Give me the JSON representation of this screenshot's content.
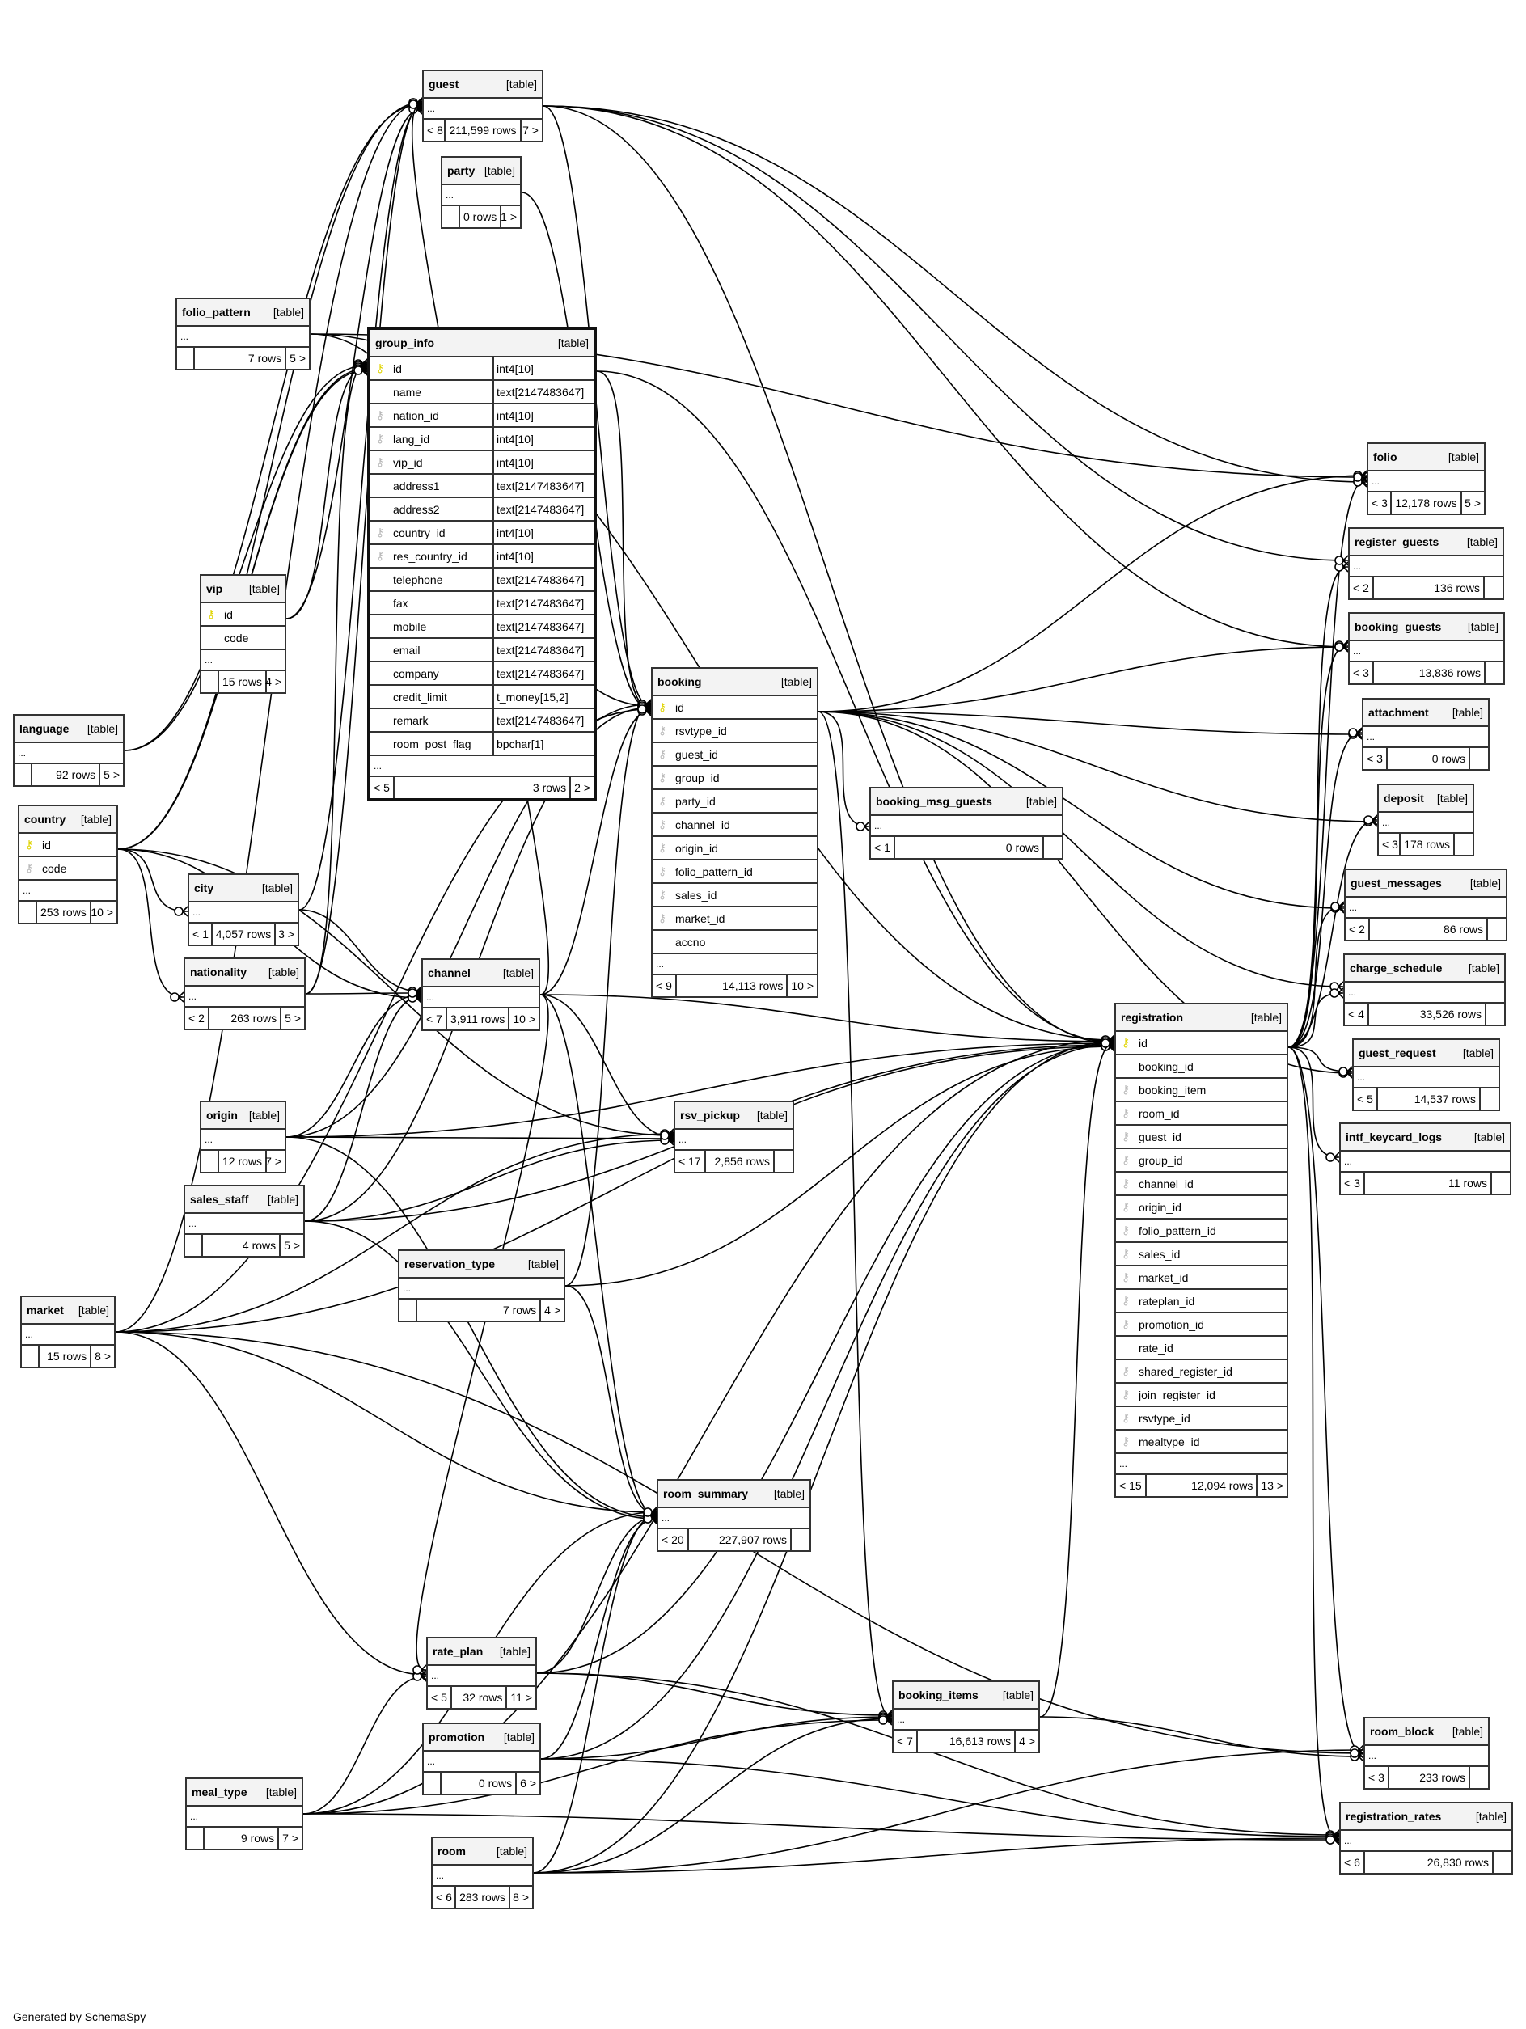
{
  "footer": "Generated by SchemaSpy",
  "type_label": "[table]",
  "icons": {
    "primary_key": "key-icon-yellow",
    "foreign_key": "key-icon-gray"
  },
  "colors": {
    "primary_key": "#e0d400",
    "foreign_key": "#b8b8b8",
    "header_bg": "#f3f3f3",
    "border": "#333333"
  },
  "tables": [
    {
      "id": "guest",
      "name": "guest",
      "parents": "< 8",
      "rows": "211,599 rows",
      "children": "7 >",
      "columns": []
    },
    {
      "id": "party",
      "name": "party",
      "parents": "",
      "rows": "0 rows",
      "children": "1 >",
      "columns": []
    },
    {
      "id": "folio_pattern",
      "name": "folio_pattern",
      "parents": "",
      "rows": "7 rows",
      "children": "5 >",
      "columns": []
    },
    {
      "id": "group_info",
      "name": "group_info",
      "parents": "< 5",
      "rows": "3 rows",
      "children": "2 >",
      "focus": true,
      "columns": [
        {
          "name": "id",
          "type": "int4[10]",
          "key": "pk"
        },
        {
          "name": "name",
          "type": "text[2147483647]",
          "key": ""
        },
        {
          "name": "nation_id",
          "type": "int4[10]",
          "key": "fk"
        },
        {
          "name": "lang_id",
          "type": "int4[10]",
          "key": "fk"
        },
        {
          "name": "vip_id",
          "type": "int4[10]",
          "key": "fk"
        },
        {
          "name": "address1",
          "type": "text[2147483647]",
          "key": ""
        },
        {
          "name": "address2",
          "type": "text[2147483647]",
          "key": ""
        },
        {
          "name": "country_id",
          "type": "int4[10]",
          "key": "fk"
        },
        {
          "name": "res_country_id",
          "type": "int4[10]",
          "key": "fk"
        },
        {
          "name": "telephone",
          "type": "text[2147483647]",
          "key": ""
        },
        {
          "name": "fax",
          "type": "text[2147483647]",
          "key": ""
        },
        {
          "name": "mobile",
          "type": "text[2147483647]",
          "key": ""
        },
        {
          "name": "email",
          "type": "text[2147483647]",
          "key": ""
        },
        {
          "name": "company",
          "type": "text[2147483647]",
          "key": ""
        },
        {
          "name": "credit_limit",
          "type": "t_money[15,2]",
          "key": ""
        },
        {
          "name": "remark",
          "type": "text[2147483647]",
          "key": ""
        },
        {
          "name": "room_post_flag",
          "type": "bpchar[1]",
          "key": ""
        }
      ]
    },
    {
      "id": "vip",
      "name": "vip",
      "parents": "",
      "rows": "15 rows",
      "children": "4 >",
      "columns": [
        {
          "name": "id",
          "key": "pk"
        },
        {
          "name": "code",
          "key": ""
        }
      ]
    },
    {
      "id": "language",
      "name": "language",
      "parents": "",
      "rows": "92 rows",
      "children": "5 >",
      "columns": []
    },
    {
      "id": "country",
      "name": "country",
      "parents": "",
      "rows": "253 rows",
      "children": "10 >",
      "columns": [
        {
          "name": "id",
          "key": "pk"
        },
        {
          "name": "code",
          "key": "fk"
        }
      ]
    },
    {
      "id": "city",
      "name": "city",
      "parents": "< 1",
      "rows": "4,057 rows",
      "children": "3 >",
      "columns": []
    },
    {
      "id": "nationality",
      "name": "nationality",
      "parents": "< 2",
      "rows": "263 rows",
      "children": "5 >",
      "columns": []
    },
    {
      "id": "channel",
      "name": "channel",
      "parents": "< 7",
      "rows": "3,911 rows",
      "children": "10 >",
      "columns": []
    },
    {
      "id": "origin",
      "name": "origin",
      "parents": "",
      "rows": "12 rows",
      "children": "7 >",
      "columns": []
    },
    {
      "id": "sales_staff",
      "name": "sales_staff",
      "parents": "",
      "rows": "4 rows",
      "children": "5 >",
      "columns": []
    },
    {
      "id": "reservation_type",
      "name": "reservation_type",
      "parents": "",
      "rows": "7 rows",
      "children": "4 >",
      "columns": []
    },
    {
      "id": "market",
      "name": "market",
      "parents": "",
      "rows": "15 rows",
      "children": "8 >",
      "columns": []
    },
    {
      "id": "booking",
      "name": "booking",
      "parents": "< 9",
      "rows": "14,113 rows",
      "children": "10 >",
      "columns": [
        {
          "name": "id",
          "key": "pk"
        },
        {
          "name": "rsvtype_id",
          "key": "fk"
        },
        {
          "name": "guest_id",
          "key": "fk"
        },
        {
          "name": "group_id",
          "key": "fk"
        },
        {
          "name": "party_id",
          "key": "fk"
        },
        {
          "name": "channel_id",
          "key": "fk"
        },
        {
          "name": "origin_id",
          "key": "fk"
        },
        {
          "name": "folio_pattern_id",
          "key": "fk"
        },
        {
          "name": "sales_id",
          "key": "fk"
        },
        {
          "name": "market_id",
          "key": "fk"
        },
        {
          "name": "accno",
          "key": ""
        }
      ]
    },
    {
      "id": "booking_msg_guests",
      "name": "booking_msg_guests",
      "parents": "< 1",
      "rows": "0 rows",
      "children": "",
      "columns": []
    },
    {
      "id": "rsv_pickup",
      "name": "rsv_pickup",
      "parents": "< 17",
      "rows": "2,856 rows",
      "children": "",
      "columns": []
    },
    {
      "id": "room_summary",
      "name": "room_summary",
      "parents": "< 20",
      "rows": "227,907 rows",
      "children": "",
      "columns": []
    },
    {
      "id": "rate_plan",
      "name": "rate_plan",
      "parents": "< 5",
      "rows": "32 rows",
      "children": "11 >",
      "columns": []
    },
    {
      "id": "promotion",
      "name": "promotion",
      "parents": "",
      "rows": "0 rows",
      "children": "6 >",
      "columns": []
    },
    {
      "id": "meal_type",
      "name": "meal_type",
      "parents": "",
      "rows": "9 rows",
      "children": "7 >",
      "columns": []
    },
    {
      "id": "room",
      "name": "room",
      "parents": "< 6",
      "rows": "283 rows",
      "children": "8 >",
      "columns": []
    },
    {
      "id": "booking_items",
      "name": "booking_items",
      "parents": "< 7",
      "rows": "16,613 rows",
      "children": "4 >",
      "columns": []
    },
    {
      "id": "registration",
      "name": "registration",
      "parents": "< 15",
      "rows": "12,094 rows",
      "children": "13 >",
      "columns": [
        {
          "name": "id",
          "key": "pk"
        },
        {
          "name": "booking_id",
          "key": ""
        },
        {
          "name": "booking_item",
          "key": "fk"
        },
        {
          "name": "room_id",
          "key": "fk"
        },
        {
          "name": "guest_id",
          "key": "fk"
        },
        {
          "name": "group_id",
          "key": "fk"
        },
        {
          "name": "channel_id",
          "key": "fk"
        },
        {
          "name": "origin_id",
          "key": "fk"
        },
        {
          "name": "folio_pattern_id",
          "key": "fk"
        },
        {
          "name": "sales_id",
          "key": "fk"
        },
        {
          "name": "market_id",
          "key": "fk"
        },
        {
          "name": "rateplan_id",
          "key": "fk"
        },
        {
          "name": "promotion_id",
          "key": "fk"
        },
        {
          "name": "rate_id",
          "key": ""
        },
        {
          "name": "shared_register_id",
          "key": "fk"
        },
        {
          "name": "join_register_id",
          "key": "fk"
        },
        {
          "name": "rsvtype_id",
          "key": "fk"
        },
        {
          "name": "mealtype_id",
          "key": "fk"
        }
      ]
    },
    {
      "id": "folio",
      "name": "folio",
      "parents": "< 3",
      "rows": "12,178 rows",
      "children": "5 >",
      "columns": []
    },
    {
      "id": "register_guests",
      "name": "register_guests",
      "parents": "< 2",
      "rows": "136 rows",
      "children": "",
      "columns": []
    },
    {
      "id": "booking_guests",
      "name": "booking_guests",
      "parents": "< 3",
      "rows": "13,836 rows",
      "children": "",
      "columns": []
    },
    {
      "id": "attachment",
      "name": "attachment",
      "parents": "< 3",
      "rows": "0 rows",
      "children": "",
      "columns": []
    },
    {
      "id": "deposit",
      "name": "deposit",
      "parents": "< 3",
      "rows": "178 rows",
      "children": "",
      "columns": []
    },
    {
      "id": "guest_messages",
      "name": "guest_messages",
      "parents": "< 2",
      "rows": "86 rows",
      "children": "",
      "columns": []
    },
    {
      "id": "charge_schedule",
      "name": "charge_schedule",
      "parents": "< 4",
      "rows": "33,526 rows",
      "children": "",
      "columns": []
    },
    {
      "id": "guest_request",
      "name": "guest_request",
      "parents": "< 5",
      "rows": "14,537 rows",
      "children": "",
      "columns": []
    },
    {
      "id": "intf_keycard_logs",
      "name": "intf_keycard_logs",
      "parents": "< 3",
      "rows": "11 rows",
      "children": "",
      "columns": []
    },
    {
      "id": "room_block",
      "name": "room_block",
      "parents": "< 3",
      "rows": "233 rows",
      "children": "",
      "columns": []
    },
    {
      "id": "registration_rates",
      "name": "registration_rates",
      "parents": "< 6",
      "rows": "26,830 rows",
      "children": "",
      "columns": []
    }
  ],
  "relationships": [
    [
      "nationality",
      "group_info"
    ],
    [
      "language",
      "group_info"
    ],
    [
      "vip",
      "group_info"
    ],
    [
      "country",
      "group_info"
    ],
    [
      "country",
      "group_info"
    ],
    [
      "reservation_type",
      "booking"
    ],
    [
      "guest",
      "booking"
    ],
    [
      "group_info",
      "booking"
    ],
    [
      "party",
      "booking"
    ],
    [
      "channel",
      "booking"
    ],
    [
      "origin",
      "booking"
    ],
    [
      "folio_pattern",
      "booking"
    ],
    [
      "sales_staff",
      "booking"
    ],
    [
      "market",
      "booking"
    ],
    [
      "booking",
      "booking_msg_guests"
    ],
    [
      "booking",
      "folio"
    ],
    [
      "booking",
      "booking_guests"
    ],
    [
      "booking",
      "attachment"
    ],
    [
      "booking",
      "deposit"
    ],
    [
      "booking",
      "guest_messages"
    ],
    [
      "booking",
      "charge_schedule"
    ],
    [
      "booking",
      "guest_request"
    ],
    [
      "booking",
      "booking_items"
    ],
    [
      "registration",
      "folio"
    ],
    [
      "registration",
      "register_guests"
    ],
    [
      "registration",
      "booking_guests"
    ],
    [
      "registration",
      "attachment"
    ],
    [
      "registration",
      "deposit"
    ],
    [
      "registration",
      "guest_messages"
    ],
    [
      "registration",
      "charge_schedule"
    ],
    [
      "registration",
      "guest_request"
    ],
    [
      "registration",
      "intf_keycard_logs"
    ],
    [
      "registration",
      "room_block"
    ],
    [
      "registration",
      "registration_rates"
    ],
    [
      "guest",
      "folio"
    ],
    [
      "guest",
      "register_guests"
    ],
    [
      "guest",
      "booking_guests"
    ],
    [
      "guest",
      "registration"
    ],
    [
      "country",
      "city"
    ],
    [
      "country",
      "nationality"
    ],
    [
      "country",
      "guest"
    ],
    [
      "language",
      "guest"
    ],
    [
      "nationality",
      "guest"
    ],
    [
      "city",
      "guest"
    ],
    [
      "vip",
      "guest"
    ],
    [
      "market",
      "guest"
    ],
    [
      "channel",
      "guest"
    ],
    [
      "origin",
      "channel"
    ],
    [
      "sales_staff",
      "channel"
    ],
    [
      "country",
      "channel"
    ],
    [
      "city",
      "channel"
    ],
    [
      "nationality",
      "channel"
    ],
    [
      "channel",
      "rsv_pickup"
    ],
    [
      "origin",
      "rsv_pickup"
    ],
    [
      "sales_staff",
      "rsv_pickup"
    ],
    [
      "market",
      "rsv_pickup"
    ],
    [
      "country",
      "rsv_pickup"
    ],
    [
      "channel",
      "room_summary"
    ],
    [
      "origin",
      "room_summary"
    ],
    [
      "sales_staff",
      "room_summary"
    ],
    [
      "market",
      "room_summary"
    ],
    [
      "reservation_type",
      "room_summary"
    ],
    [
      "room",
      "room_summary"
    ],
    [
      "rate_plan",
      "room_summary"
    ],
    [
      "promotion",
      "room_summary"
    ],
    [
      "meal_type",
      "room_summary"
    ],
    [
      "channel",
      "registration"
    ],
    [
      "origin",
      "registration"
    ],
    [
      "sales_staff",
      "registration"
    ],
    [
      "market",
      "registration"
    ],
    [
      "folio_pattern",
      "registration"
    ],
    [
      "group_info",
      "registration"
    ],
    [
      "rate_plan",
      "registration"
    ],
    [
      "promotion",
      "registration"
    ],
    [
      "reservation_type",
      "registration"
    ],
    [
      "meal_type",
      "registration"
    ],
    [
      "room",
      "registration"
    ],
    [
      "booking_items",
      "registration"
    ],
    [
      "market",
      "rate_plan"
    ],
    [
      "meal_type",
      "rate_plan"
    ],
    [
      "channel",
      "rate_plan"
    ],
    [
      "rate_plan",
      "booking_items"
    ],
    [
      "promotion",
      "booking_items"
    ],
    [
      "room",
      "booking_items"
    ],
    [
      "meal_type",
      "booking_items"
    ],
    [
      "rate_plan",
      "registration_rates"
    ],
    [
      "promotion",
      "registration_rates"
    ],
    [
      "room",
      "registration_rates"
    ],
    [
      "meal_type",
      "registration_rates"
    ],
    [
      "booking_items",
      "room_block"
    ],
    [
      "room",
      "room_block"
    ],
    [
      "folio_pattern",
      "folio"
    ],
    [
      "market",
      "room_block"
    ]
  ]
}
